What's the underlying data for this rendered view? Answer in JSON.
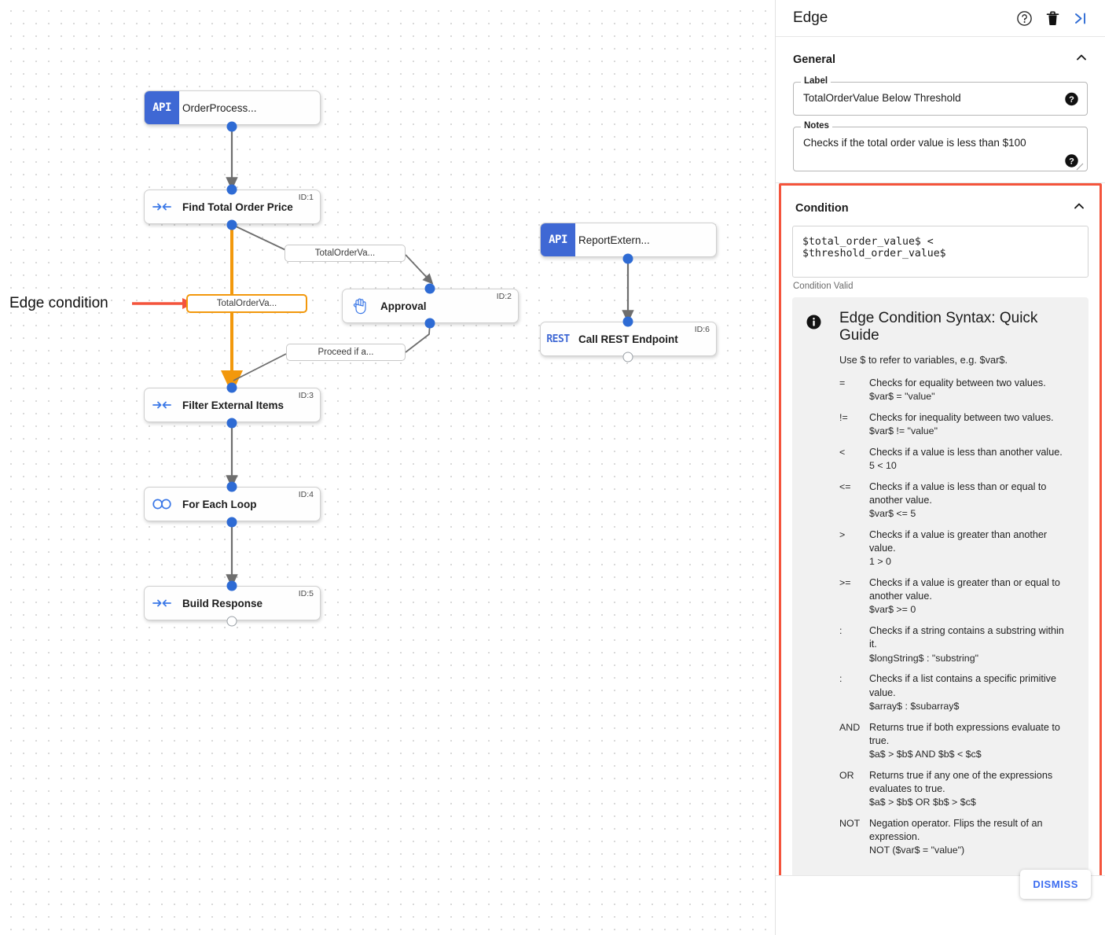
{
  "canvas": {
    "annotation": {
      "text": "Edge condition",
      "arrow_color": "#f4543c"
    },
    "nodes": [
      {
        "key": "orderprocess",
        "badge": "API",
        "title": "OrderProcess...",
        "id_label": "",
        "icon": "api-badge-icon"
      },
      {
        "key": "find_total",
        "badge": "",
        "title": "Find Total Order Price",
        "id_label": "ID:1",
        "icon": "merge-arrows-icon"
      },
      {
        "key": "approval",
        "badge": "",
        "title": "Approval",
        "id_label": "ID:2",
        "icon": "hand-icon"
      },
      {
        "key": "filter_external",
        "badge": "",
        "title": "Filter External Items",
        "id_label": "ID:3",
        "icon": "merge-arrows-icon"
      },
      {
        "key": "for_each",
        "badge": "",
        "title": "For Each Loop",
        "id_label": "ID:4",
        "icon": "infinity-icon"
      },
      {
        "key": "build_response",
        "badge": "",
        "title": "Build Response",
        "id_label": "ID:5",
        "icon": "merge-arrows-icon"
      },
      {
        "key": "reportextern",
        "badge": "API",
        "title": "ReportExtern...",
        "id_label": "",
        "icon": "api-badge-icon"
      },
      {
        "key": "call_rest",
        "badge": "REST",
        "title": "Call REST Endpoint",
        "id_label": "ID:6",
        "icon": "rest-badge-icon"
      }
    ],
    "edge_labels": [
      {
        "key": "to_approval",
        "text": "TotalOrderVa...",
        "selected": false
      },
      {
        "key": "selected_condition",
        "text": "TotalOrderVa...",
        "selected": true
      },
      {
        "key": "proceed",
        "text": "Proceed if a...",
        "selected": false
      }
    ]
  },
  "panel": {
    "header": {
      "title": "Edge",
      "help_icon": "help-circle-icon",
      "delete_icon": "trash-icon",
      "collapse_icon": "collapse-right-icon"
    },
    "general": {
      "section_title": "General",
      "label_legend": "Label",
      "label_value": "TotalOrderValue Below Threshold",
      "notes_legend": "Notes",
      "notes_value": "Checks if the total order value is less than $100"
    },
    "condition": {
      "section_title": "Condition",
      "expression": "$total_order_value$ < $threshold_order_value$",
      "validation": "Condition Valid",
      "highlight_color": "#f4543c",
      "guide": {
        "title": "Edge Condition Syntax: Quick Guide",
        "intro": "Use $ to refer to variables, e.g. $var$.",
        "operators": [
          {
            "symbol": "=",
            "description": "Checks for equality between two values.",
            "example": "$var$ = \"value\""
          },
          {
            "symbol": "!=",
            "description": "Checks for inequality between two values.",
            "example": "$var$ != \"value\""
          },
          {
            "symbol": "<",
            "description": "Checks if a value is less than another value.",
            "example": "5 < 10"
          },
          {
            "symbol": "<=",
            "description": "Checks if a value is less than or equal to another value.",
            "example": "$var$ <= 5"
          },
          {
            "symbol": ">",
            "description": "Checks if a value is greater than another value.",
            "example": "1 > 0"
          },
          {
            "symbol": ">=",
            "description": "Checks if a value is greater than or equal to another value.",
            "example": "$var$ >= 0"
          },
          {
            "symbol": ":",
            "description": "Checks if a string contains a substring within it.",
            "example": "$longString$ : \"substring\""
          },
          {
            "symbol": ":",
            "description": "Checks if a list contains a specific primitive value.",
            "example": "$array$ : $subarray$"
          },
          {
            "symbol": "AND",
            "description": "Returns true if both expressions evaluate to true.",
            "example": "$a$ > $b$ AND $b$ < $c$"
          },
          {
            "symbol": "OR",
            "description": "Returns true if any one of the expressions evaluates to true.",
            "example": "$a$ > $b$ OR $b$ > $c$"
          },
          {
            "symbol": "NOT",
            "description": "Negation operator. Flips the result of an expression.",
            "example": "NOT ($var$ = \"value\")"
          }
        ]
      }
    },
    "footer": {
      "dismiss_label": "DISMISS"
    }
  }
}
